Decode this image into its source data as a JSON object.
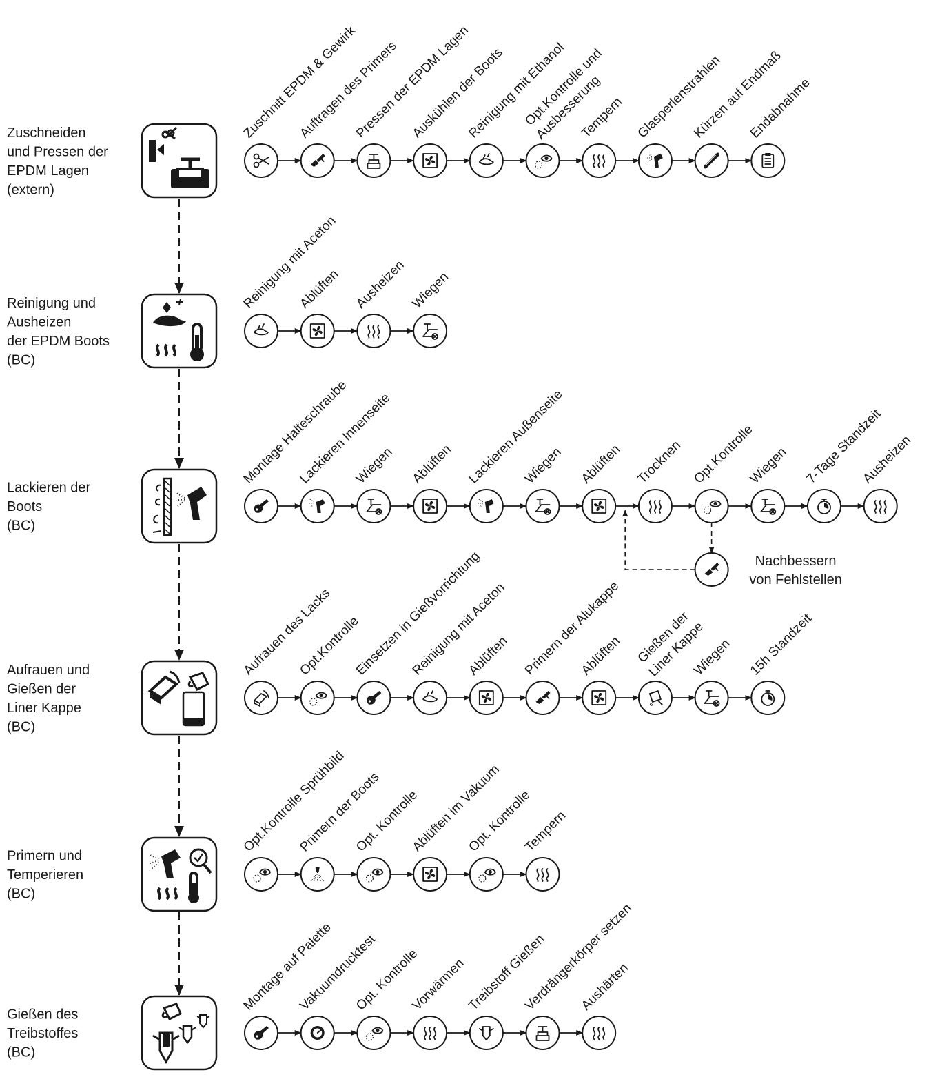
{
  "stages": [
    {
      "label": [
        "Zuschneiden",
        "und Pressen der",
        "EPDM Lagen",
        "(extern)"
      ],
      "icon": "cut-and-press-icon",
      "steps": [
        {
          "label": [
            "Zuschnitt EPDM & Gewirk"
          ],
          "icon": "scissors-icon"
        },
        {
          "label": [
            "Auftragen des Primers"
          ],
          "icon": "brush-icon"
        },
        {
          "label": [
            "Pressen der EPDM Lagen"
          ],
          "icon": "press-icon"
        },
        {
          "label": [
            "Auskühlen der Boots"
          ],
          "icon": "fan-icon"
        },
        {
          "label": [
            "Reinigung mit Ethanol"
          ],
          "icon": "cleaning-icon"
        },
        {
          "label": [
            "Opt.Kontrolle und",
            "Ausbesserung"
          ],
          "icon": "eye-icon"
        },
        {
          "label": [
            "Tempern"
          ],
          "icon": "heat-icon"
        },
        {
          "label": [
            "Glasperlenstrahlen"
          ],
          "icon": "spray-gun-icon"
        },
        {
          "label": [
            "Kürzen auf Endmaß"
          ],
          "icon": "saw-icon"
        },
        {
          "label": [
            "Endabnahme"
          ],
          "icon": "clipboard-icon"
        }
      ]
    },
    {
      "label": [
        "Reinigung und",
        "Ausheizen",
        "der EPDM Boots",
        "(BC)"
      ],
      "icon": "clean-and-heat-icon",
      "steps": [
        {
          "label": [
            "Reinigung mit Aceton"
          ],
          "icon": "cleaning-icon"
        },
        {
          "label": [
            "Ablüften"
          ],
          "icon": "fan-icon"
        },
        {
          "label": [
            "Ausheizen"
          ],
          "icon": "heat-icon"
        },
        {
          "label": [
            "Wiegen"
          ],
          "icon": "scale-icon"
        }
      ]
    },
    {
      "label": [
        "Lackieren der",
        "Boots",
        "(BC)"
      ],
      "icon": "painting-icon",
      "steps": [
        {
          "label": [
            "Montage Halteschraube"
          ],
          "icon": "wrench-icon"
        },
        {
          "label": [
            "Lackieren Innenseite"
          ],
          "icon": "spray-gun-icon"
        },
        {
          "label": [
            "Wiegen"
          ],
          "icon": "scale-icon"
        },
        {
          "label": [
            "Ablüften"
          ],
          "icon": "fan-icon"
        },
        {
          "label": [
            "Lackieren Außenseite"
          ],
          "icon": "spray-gun-icon"
        },
        {
          "label": [
            "Wiegen"
          ],
          "icon": "scale-icon"
        },
        {
          "label": [
            "Ablüften"
          ],
          "icon": "fan-icon"
        },
        {
          "label": [
            "Trocknen"
          ],
          "icon": "heat-icon"
        },
        {
          "label": [
            "Opt.Kontrolle"
          ],
          "icon": "eye-icon"
        },
        {
          "label": [
            "Wiegen"
          ],
          "icon": "scale-icon"
        },
        {
          "label": [
            "7-Tage Standzeit"
          ],
          "icon": "timer-icon"
        },
        {
          "label": [
            "Ausheizen"
          ],
          "icon": "heat-icon"
        }
      ],
      "rework": {
        "label": [
          "Nachbessern",
          "von Fehlstellen"
        ],
        "icon": "brush-icon"
      }
    },
    {
      "label": [
        "Aufrauen und",
        "Gießen der",
        "Liner Kappe",
        "(BC)"
      ],
      "icon": "roughen-and-cast-icon",
      "steps": [
        {
          "label": [
            "Aufrauen des Lacks"
          ],
          "icon": "sanding-icon"
        },
        {
          "label": [
            "Opt.Kontrolle"
          ],
          "icon": "eye-icon"
        },
        {
          "label": [
            "Einsetzen in Gießvorrichtung"
          ],
          "icon": "wrench-icon"
        },
        {
          "label": [
            "Reinigung mit Aceton"
          ],
          "icon": "cleaning-icon"
        },
        {
          "label": [
            "Ablüften"
          ],
          "icon": "fan-icon"
        },
        {
          "label": [
            "Primern der Alukappe"
          ],
          "icon": "brush-icon"
        },
        {
          "label": [
            "Ablüften"
          ],
          "icon": "fan-icon"
        },
        {
          "label": [
            "Gießen der",
            "Liner Kappe"
          ],
          "icon": "pour-icon"
        },
        {
          "label": [
            "Wiegen"
          ],
          "icon": "scale-icon"
        },
        {
          "label": [
            "15h Standzeit"
          ],
          "icon": "timer-icon"
        }
      ]
    },
    {
      "label": [
        "Primern und",
        "Temperieren",
        "(BC)"
      ],
      "icon": "prime-and-temper-icon",
      "steps": [
        {
          "label": [
            "Opt.Kontrolle Sprühbild"
          ],
          "icon": "eye-icon"
        },
        {
          "label": [
            "Primern der Boots"
          ],
          "icon": "spray-nozzle-icon"
        },
        {
          "label": [
            "Opt. Kontrolle"
          ],
          "icon": "eye-icon"
        },
        {
          "label": [
            "Ablüften im Vakuum"
          ],
          "icon": "fan-icon"
        },
        {
          "label": [
            "Opt. Kontrolle"
          ],
          "icon": "eye-icon"
        },
        {
          "label": [
            "Tempern"
          ],
          "icon": "heat-icon"
        }
      ]
    },
    {
      "label": [
        "Gießen des",
        "Treibstoffes",
        "(BC)"
      ],
      "icon": "propellant-casting-icon",
      "steps": [
        {
          "label": [
            "Montage auf Palette"
          ],
          "icon": "wrench-icon"
        },
        {
          "label": [
            "Vakuumdrucktest"
          ],
          "icon": "gauge-icon"
        },
        {
          "label": [
            "Opt. Kontrolle"
          ],
          "icon": "eye-icon"
        },
        {
          "label": [
            "Vorwärmen"
          ],
          "icon": "heat-icon"
        },
        {
          "label": [
            "Treibstoff Gießen"
          ],
          "icon": "motor-icon"
        },
        {
          "label": [
            "Verdrängerkörper setzen"
          ],
          "icon": "press-icon"
        },
        {
          "label": [
            "Aushärten"
          ],
          "icon": "heat-icon"
        }
      ]
    }
  ]
}
